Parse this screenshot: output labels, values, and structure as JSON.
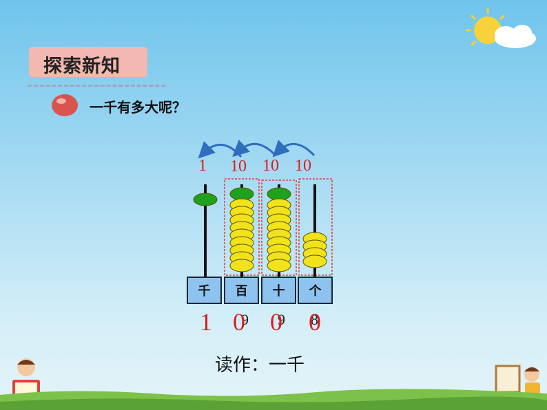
{
  "section_tag": "探索新知",
  "question": "一千有多大呢？",
  "carry_labels": [
    "1",
    "10",
    "10",
    "10"
  ],
  "place_labels": [
    "千",
    "百",
    "十",
    "个"
  ],
  "digits": [
    "1",
    "0",
    "0",
    "0"
  ],
  "faded_digits": [
    "9",
    "9",
    "8"
  ],
  "reading": "读作：一千",
  "colors": {
    "bead": "#f2e21a",
    "top_bead": "#1ea21e",
    "label_red": "#d81e1e",
    "box_fill": "#8dc3ee"
  }
}
